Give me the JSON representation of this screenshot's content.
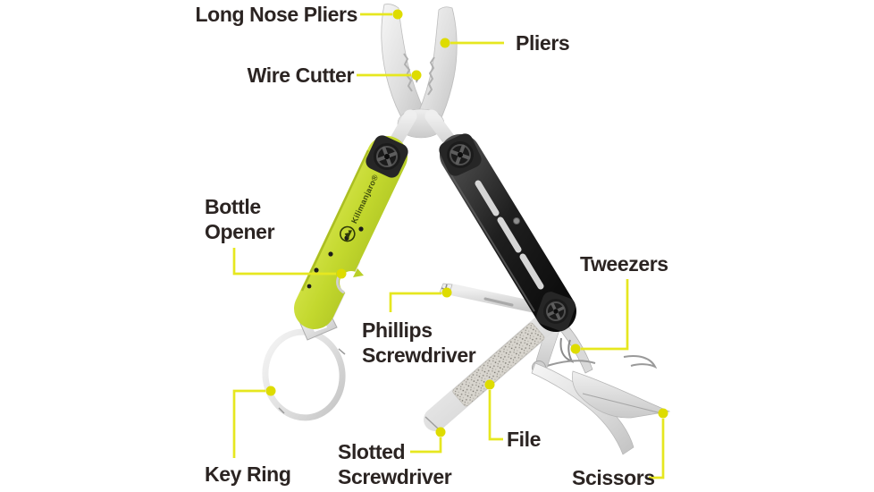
{
  "figure": {
    "type": "annotated-product-diagram",
    "background": "#ffffff",
    "callout_line_color": "#e6e71f",
    "callout_dot_color": "#dedc00",
    "label_color": "#2b2422"
  },
  "product": {
    "kind": "keychain-multi-tool",
    "brand": "Kilimanjaro®",
    "left_handle_color": "#c3d82e",
    "right_handle_color": "#1e1e1e",
    "steel_color": "#e2e2e2"
  },
  "labels": [
    {
      "id": "long-nose-pliers",
      "text": "Long Nose Pliers"
    },
    {
      "id": "pliers",
      "text": "Pliers"
    },
    {
      "id": "wire-cutter",
      "text": "Wire Cutter"
    },
    {
      "id": "bottle-opener",
      "text": "Bottle\nOpener"
    },
    {
      "id": "tweezers",
      "text": "Tweezers"
    },
    {
      "id": "phillips-screwdriver",
      "text": "Phillips\nScrewdriver"
    },
    {
      "id": "key-ring",
      "text": "Key Ring"
    },
    {
      "id": "slotted-screwdriver",
      "text": "Slotted\nScrewdriver"
    },
    {
      "id": "file",
      "text": "File"
    },
    {
      "id": "scissors",
      "text": "Scissors"
    }
  ]
}
